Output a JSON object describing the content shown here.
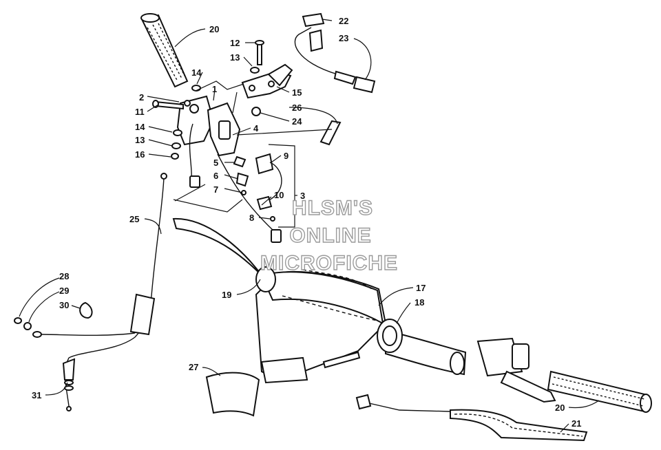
{
  "watermark": {
    "line1": "HLSM'S",
    "line2": "ONLINE",
    "line3": "MICROFICHE"
  },
  "callouts": {
    "c20a": "20",
    "c12": "12",
    "c13a": "13",
    "c14a": "14",
    "c1": "1",
    "c15": "15",
    "c22": "22",
    "c23": "23",
    "c2": "2",
    "c11": "11",
    "c26": "26",
    "c24": "24",
    "c14b": "14",
    "c4": "4",
    "c13b": "13",
    "c16": "16",
    "c9": "9",
    "c5": "5",
    "c6": "6",
    "c3": "3",
    "c7": "7",
    "c10": "10",
    "c8": "8",
    "c25": "25",
    "c19": "19",
    "c17": "17",
    "c18": "18",
    "c28": "28",
    "c29": "29",
    "c30": "30",
    "c27": "27",
    "c31": "31",
    "c20b": "20",
    "c21": "21"
  }
}
